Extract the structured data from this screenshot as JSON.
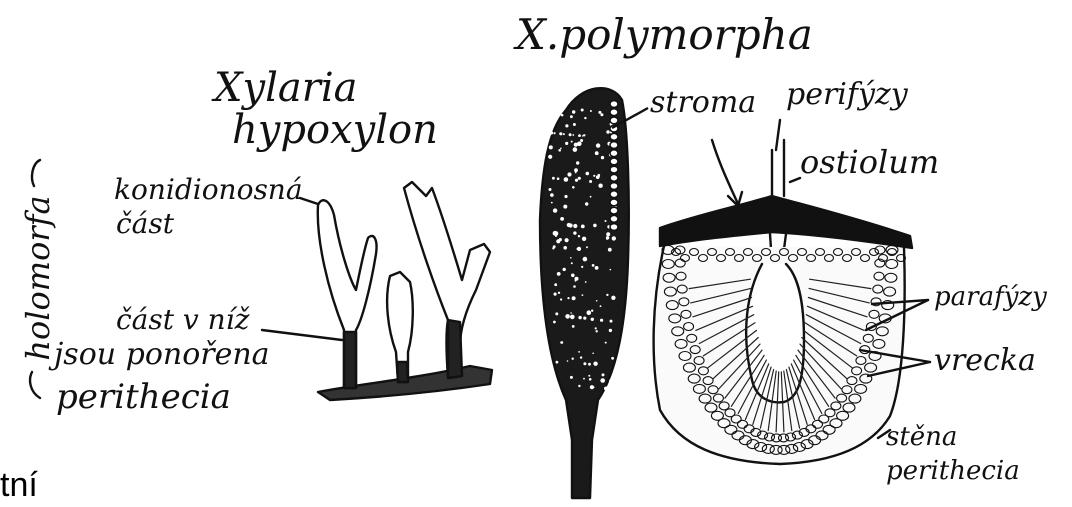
{
  "colors": {
    "ink": "#111111",
    "paper": "#ffffff"
  },
  "titles": {
    "xylaria": "Xylaria",
    "hypoxylon": "hypoxylon",
    "polymorpha": "X.polymorpha"
  },
  "labels": {
    "holomorfa": "holomorfa",
    "konidionosna_1": "konidionosná",
    "konidionosna_2": "část",
    "cast_v_niz": "část v níž",
    "jsou_ponorena": "jsou ponořena",
    "perithecia": "perithecia",
    "stroma": "stroma",
    "perifyzy": "perifýzy",
    "ostiolum": "ostiolum",
    "parafyzy": "parafýzy",
    "vrecka": "vrecka",
    "stena": "stěna",
    "perithecia_wall": "perithecia"
  },
  "footer_text": "tní"
}
